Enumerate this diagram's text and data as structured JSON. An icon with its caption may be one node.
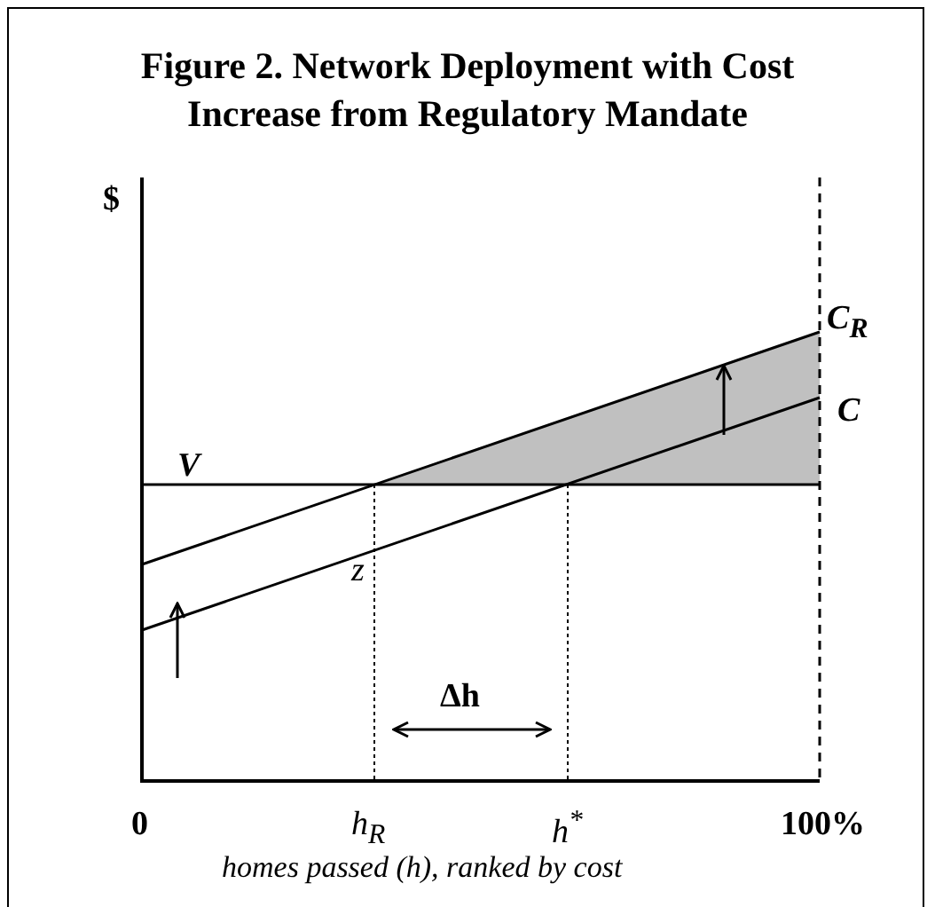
{
  "diagram": {
    "title": "Figure 2.  Network Deployment with Cost Increase from Regulatory Mandate",
    "labels": [
      "$",
      "C$_{R}$",
      "C",
      "V",
      "z",
      "Δh",
      "0",
      "h$_{R}$",
      "h$^{*}$",
      "100%",
      "homes passed (h), ranked by cost"
    ]
  }
}
